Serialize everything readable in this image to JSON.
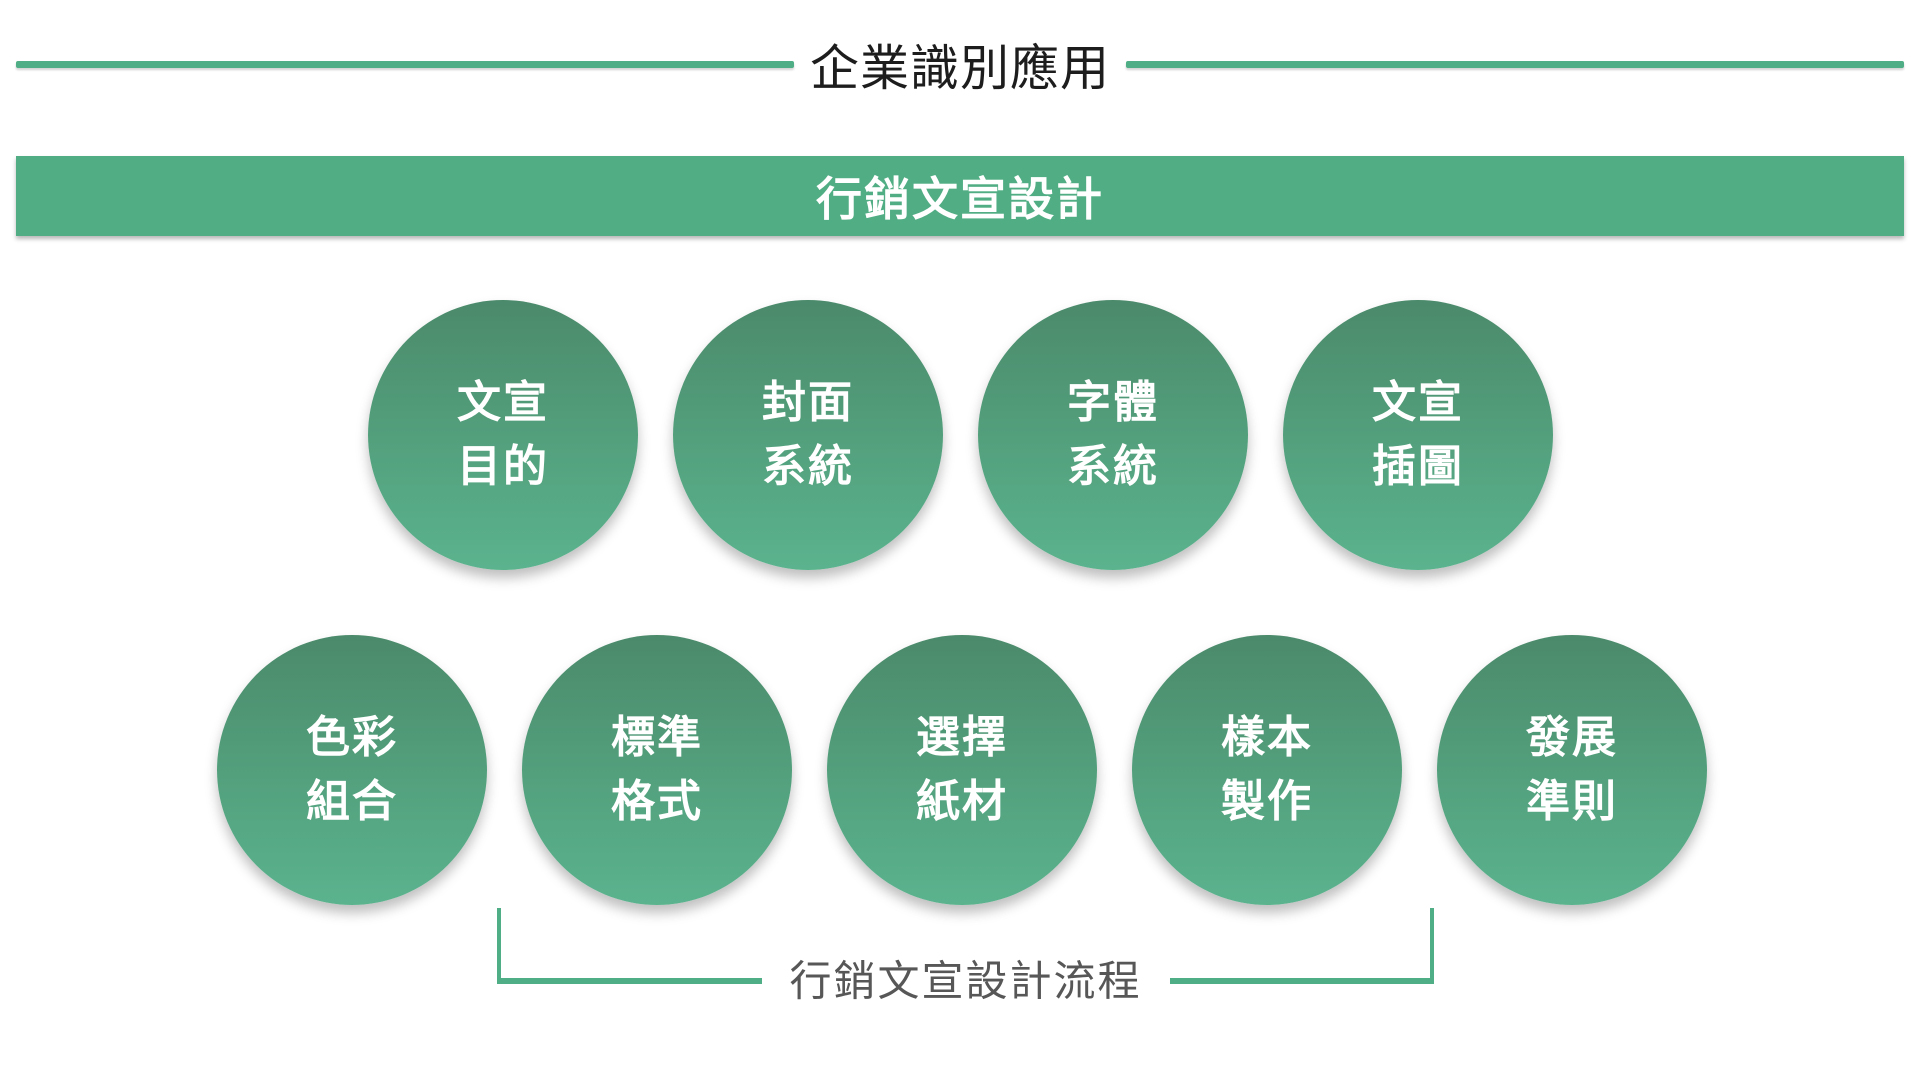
{
  "header": {
    "title": "企業識別應用"
  },
  "banner": {
    "label": "行銷文宣設計"
  },
  "diagram": {
    "row1": [
      {
        "line1": "文宣",
        "line2": "目的"
      },
      {
        "line1": "封面",
        "line2": "系統"
      },
      {
        "line1": "字體",
        "line2": "系統"
      },
      {
        "line1": "文宣",
        "line2": "插圖"
      }
    ],
    "row2": [
      {
        "line1": "色彩",
        "line2": "組合"
      },
      {
        "line1": "標準",
        "line2": "格式"
      },
      {
        "line1": "選擇",
        "line2": "紙材"
      },
      {
        "line1": "樣本",
        "line2": "製作"
      },
      {
        "line1": "發展",
        "line2": "準則"
      }
    ],
    "bracket_label": "行銷文宣設計流程"
  },
  "colors": {
    "accent_green": "#4fae85",
    "banner_green": "#50ad84",
    "circle_gradient_top": "#4b8a6b",
    "circle_gradient_mid": "#53a07d",
    "circle_gradient_bottom": "#5bb38e",
    "title_text": "#1d1d1d",
    "bracket_text": "#575757",
    "circle_text": "#ffffff"
  }
}
